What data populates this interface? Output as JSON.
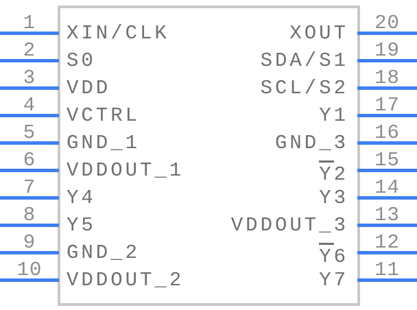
{
  "diagram": {
    "kind": "ic-pinout-symbol",
    "pin_count": 20,
    "colors": {
      "background": "#ffffff",
      "body_fill": "#ffffff",
      "body_border": "#c9c9c9",
      "pin_line": "#3e7ff2",
      "pin_number": "#8c8c8c",
      "pin_label": "#707070"
    },
    "pins": {
      "left": [
        {
          "number": "1",
          "label": "XIN/CLK",
          "overline_prefix": ""
        },
        {
          "number": "2",
          "label": "S0",
          "overline_prefix": ""
        },
        {
          "number": "3",
          "label": "VDD",
          "overline_prefix": ""
        },
        {
          "number": "4",
          "label": "VCTRL",
          "overline_prefix": ""
        },
        {
          "number": "5",
          "label": "GND_1",
          "overline_prefix": ""
        },
        {
          "number": "6",
          "label": "VDDOUT_1",
          "overline_prefix": ""
        },
        {
          "number": "7",
          "label": "Y4",
          "overline_prefix": ""
        },
        {
          "number": "8",
          "label": "Y5",
          "overline_prefix": ""
        },
        {
          "number": "9",
          "label": "GND_2",
          "overline_prefix": ""
        },
        {
          "number": "10",
          "label": "VDDOUT_2",
          "overline_prefix": ""
        }
      ],
      "right": [
        {
          "number": "20",
          "label": "XOUT",
          "overline_prefix": ""
        },
        {
          "number": "19",
          "label": "SDA/S1",
          "overline_prefix": ""
        },
        {
          "number": "18",
          "label": "SCL/S2",
          "overline_prefix": ""
        },
        {
          "number": "17",
          "label": "Y1",
          "overline_prefix": ""
        },
        {
          "number": "16",
          "label": "GND_3",
          "overline_prefix": ""
        },
        {
          "number": "15",
          "label": "Y2",
          "overline_prefix": "Y"
        },
        {
          "number": "14",
          "label": "Y3",
          "overline_prefix": ""
        },
        {
          "number": "13",
          "label": "VDDOUT_3",
          "overline_prefix": ""
        },
        {
          "number": "12",
          "label": "Y6",
          "overline_prefix": "Y"
        },
        {
          "number": "11",
          "label": "Y7",
          "overline_prefix": ""
        }
      ]
    }
  }
}
